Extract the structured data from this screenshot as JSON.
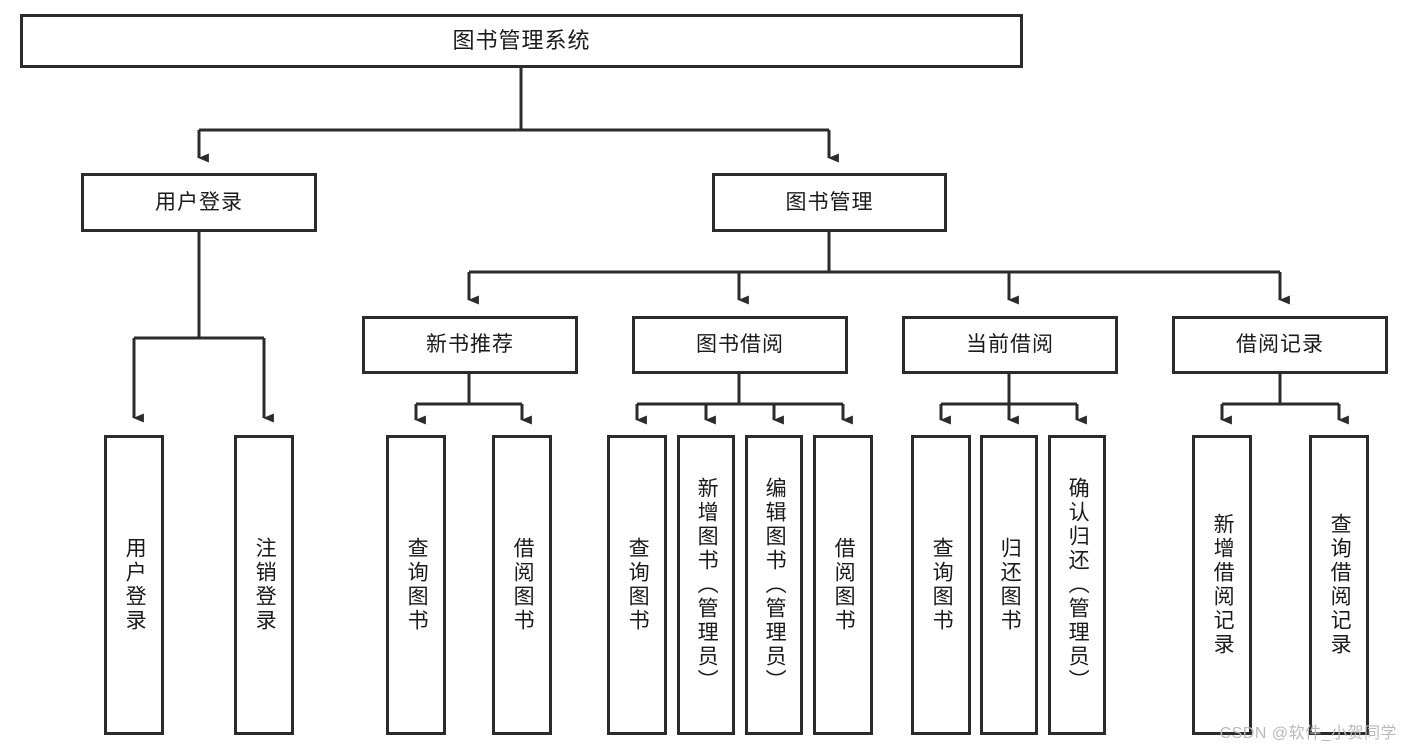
{
  "diagram": {
    "title": "图书管理系统",
    "type": "tree-hierarchy-chart",
    "background_color": "#ffffff",
    "stroke_color": "#2b2b2b",
    "text_color": "#1a1a1a"
  },
  "nodes": {
    "root": {
      "label": "图书管理系统"
    },
    "level1": [
      {
        "id": "user-login",
        "label": "用户登录"
      },
      {
        "id": "book-manage",
        "label": "图书管理"
      }
    ],
    "level2": [
      {
        "id": "new-book-recommend",
        "label": "新书推荐"
      },
      {
        "id": "book-borrow",
        "label": "图书借阅"
      },
      {
        "id": "current-borrow",
        "label": "当前借阅"
      },
      {
        "id": "borrow-record",
        "label": "借阅记录"
      }
    ],
    "leaves": {
      "user_login": [
        {
          "id": "leaf-user-login",
          "label": "用户登录"
        },
        {
          "id": "leaf-logout-login",
          "label": "注销登录"
        }
      ],
      "new_book_recommend": [
        {
          "id": "leaf-query-book-1",
          "label": "查询图书"
        },
        {
          "id": "leaf-borrow-book-1",
          "label": "借阅图书"
        }
      ],
      "book_borrow": [
        {
          "id": "leaf-query-book-2",
          "label": "查询图书"
        },
        {
          "id": "leaf-add-book",
          "label": "新增图书（管理员）"
        },
        {
          "id": "leaf-edit-book",
          "label": "编辑图书（管理员）"
        },
        {
          "id": "leaf-borrow-book-2",
          "label": "借阅图书"
        }
      ],
      "current_borrow": [
        {
          "id": "leaf-query-book-3",
          "label": "查询图书"
        },
        {
          "id": "leaf-return-book",
          "label": "归还图书"
        },
        {
          "id": "leaf-confirm-return",
          "label": "确认归还（管理员）"
        }
      ],
      "borrow_record": [
        {
          "id": "leaf-add-record",
          "label": "新增借阅记录"
        },
        {
          "id": "leaf-query-record",
          "label": "查询借阅记录"
        }
      ]
    }
  },
  "watermark": {
    "text": "CSDN @软件_小贺同学"
  }
}
